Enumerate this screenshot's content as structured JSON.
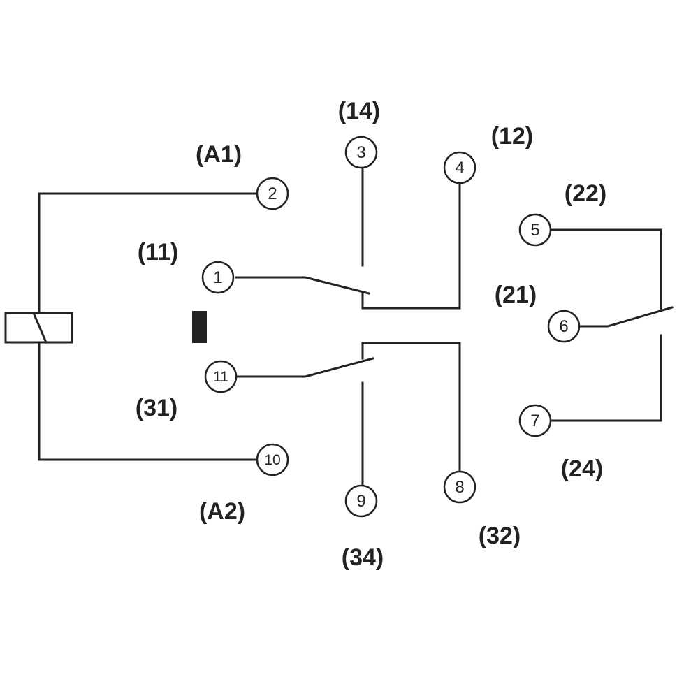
{
  "pins": {
    "p1": {
      "num": "1",
      "label": "(11)"
    },
    "p2": {
      "num": "2",
      "label": "(A1)"
    },
    "p3": {
      "num": "3",
      "label": "(14)"
    },
    "p4": {
      "num": "4",
      "label": "(12)"
    },
    "p5": {
      "num": "5",
      "label": "(22)"
    },
    "p6": {
      "num": "6",
      "label": "(21)"
    },
    "p7": {
      "num": "7",
      "label": "(24)"
    },
    "p8": {
      "num": "8",
      "label": "(32)"
    },
    "p9": {
      "num": "9",
      "label": "(34)"
    },
    "p10": {
      "num": "10",
      "label": "(A2)"
    },
    "p11": {
      "num": "11",
      "label": "(31)"
    }
  }
}
